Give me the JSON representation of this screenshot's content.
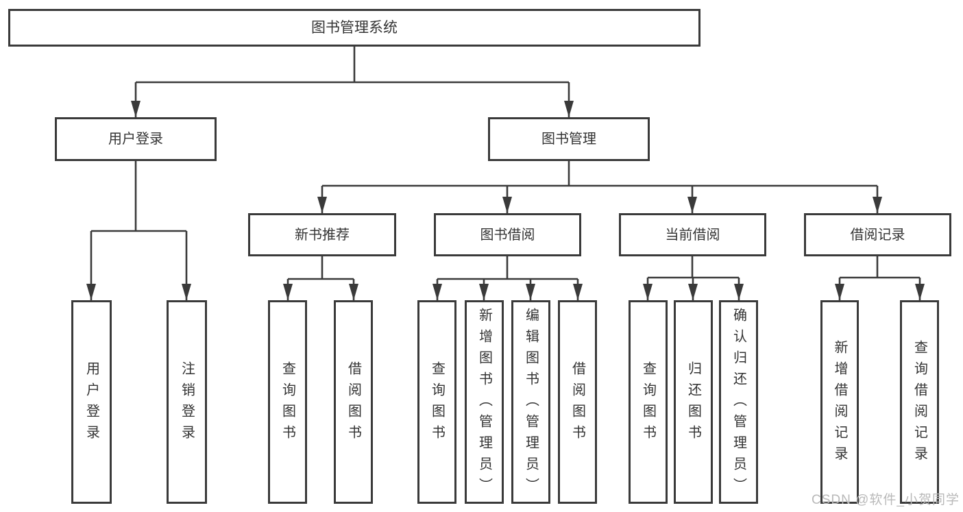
{
  "tree": {
    "root": "图书管理系统",
    "level2": [
      {
        "label": "用户登录",
        "children": [
          "用户登录",
          "注销登录"
        ]
      },
      {
        "label": "图书管理",
        "children": [
          {
            "label": "新书推荐",
            "children": [
              "查询图书",
              "借阅图书"
            ]
          },
          {
            "label": "图书借阅",
            "children": [
              "查询图书",
              "新增图书（管理员）",
              "编辑图书（管理员）",
              "借阅图书"
            ]
          },
          {
            "label": "当前借阅",
            "children": [
              "查询图书",
              "归还图书",
              "确认归还（管理员）"
            ]
          },
          {
            "label": "借阅记录",
            "children": [
              "新增借阅记录",
              "查询借阅记录"
            ]
          }
        ]
      }
    ]
  },
  "watermark": "CSDN @软件_小贺同学",
  "colors": {
    "line": "#3a3a3a",
    "text": "#333333",
    "watermark": "#b9b9b9",
    "background": "#ffffff"
  }
}
